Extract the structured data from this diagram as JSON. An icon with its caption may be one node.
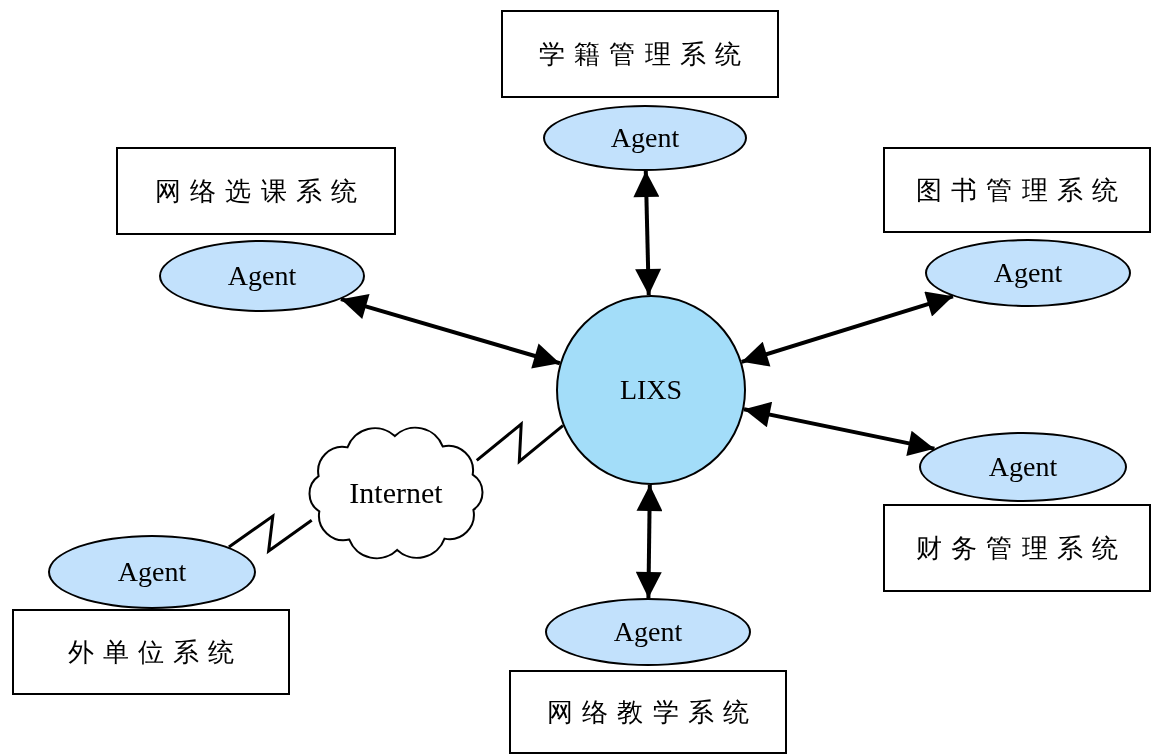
{
  "diagram": {
    "nodes": [
      {
        "text": [
          "学籍管理系统"
        ]
      },
      {
        "text": [
          "Agent"
        ]
      },
      {
        "text": [
          "网络选课系统"
        ]
      },
      {
        "text": [
          "Agent"
        ]
      },
      {
        "text": [
          "图书管理系统"
        ]
      },
      {
        "text": [
          "Agent"
        ]
      },
      {
        "text": [
          "LIXS"
        ]
      },
      {
        "text": [
          "Internet"
        ]
      },
      {
        "text": [
          "Agent"
        ]
      },
      {
        "text": [
          "财务管理系统"
        ]
      },
      {
        "text": [
          "Agent"
        ]
      },
      {
        "text": [
          "外单位系统"
        ]
      },
      {
        "text": [
          "Agent"
        ]
      },
      {
        "text": [
          "网络教学系统"
        ]
      }
    ],
    "edges": [
      {
        "from": 1,
        "to": 6,
        "arrow": "both"
      },
      {
        "from": 3,
        "to": 6,
        "arrow": "both"
      },
      {
        "from": 5,
        "to": 6,
        "arrow": "both"
      },
      {
        "from": 8,
        "to": 6,
        "arrow": "both"
      },
      {
        "from": 12,
        "to": 6,
        "arrow": "both"
      },
      {
        "from": 6,
        "to": 7,
        "arrow": "none"
      },
      {
        "from": 7,
        "to": 10,
        "arrow": "none"
      }
    ]
  }
}
